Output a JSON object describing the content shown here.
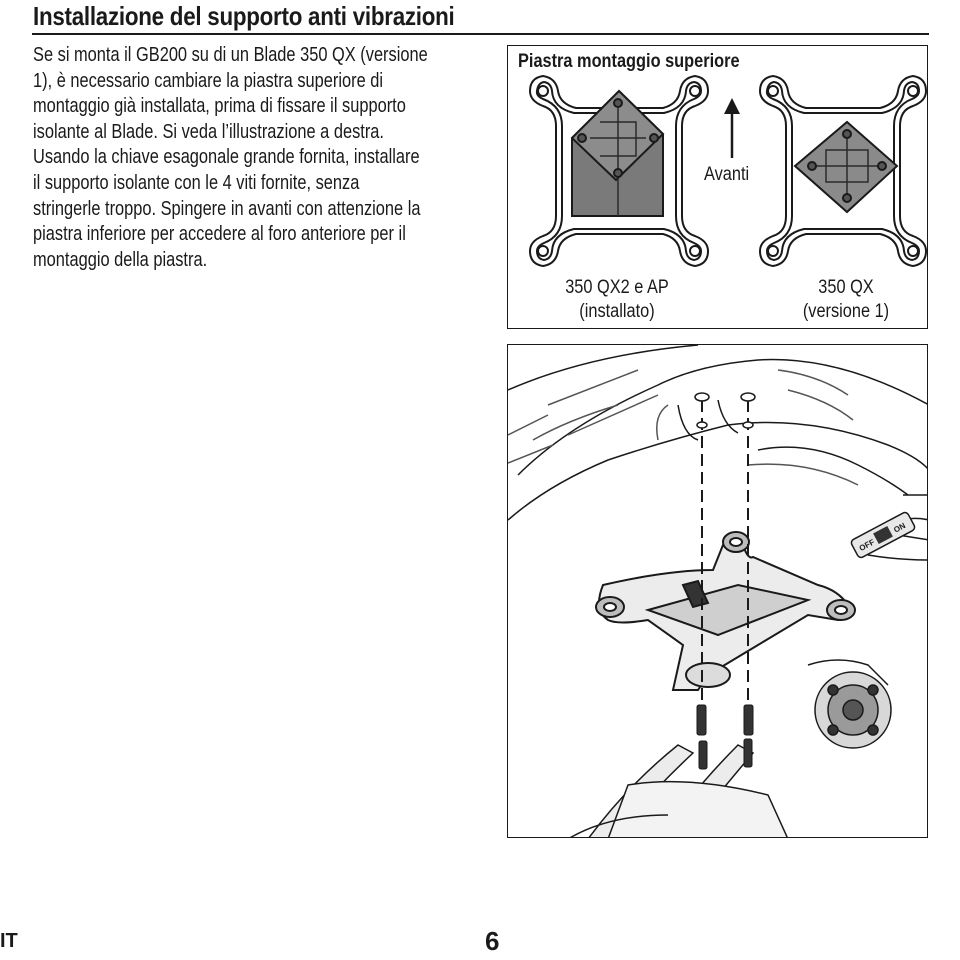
{
  "page": {
    "title": "Installazione del supporto anti vibrazioni",
    "body_lines": [
      "Se si monta il GB200 su di un Blade 350 QX (versione",
      "1), è necessario cambiare la piastra superiore di",
      "montaggio già installata, prima di fissare il supporto",
      "isolante al Blade. Si veda l’illustrazione a destra.",
      "Usando la chiave esagonale grande fornita, installare",
      "il supporto isolante con le 4 viti fornite, senza",
      "stringerle troppo. Spingere in avanti con attenzione la",
      "piastra inferiore per accedere al foro anteriore per il",
      "montaggio della piastra."
    ]
  },
  "plate_figure": {
    "title": "Piastra montaggio superiore",
    "arrow_label": "Avanti",
    "left_caption": [
      "350 QX2 e AP",
      "(installato)"
    ],
    "right_caption": [
      "350 QX",
      "(versione 1)"
    ]
  },
  "assembly_figure": {
    "switch_labels": [
      "OFF",
      "ON"
    ]
  },
  "footer": {
    "language": "IT",
    "page_number": "6"
  }
}
